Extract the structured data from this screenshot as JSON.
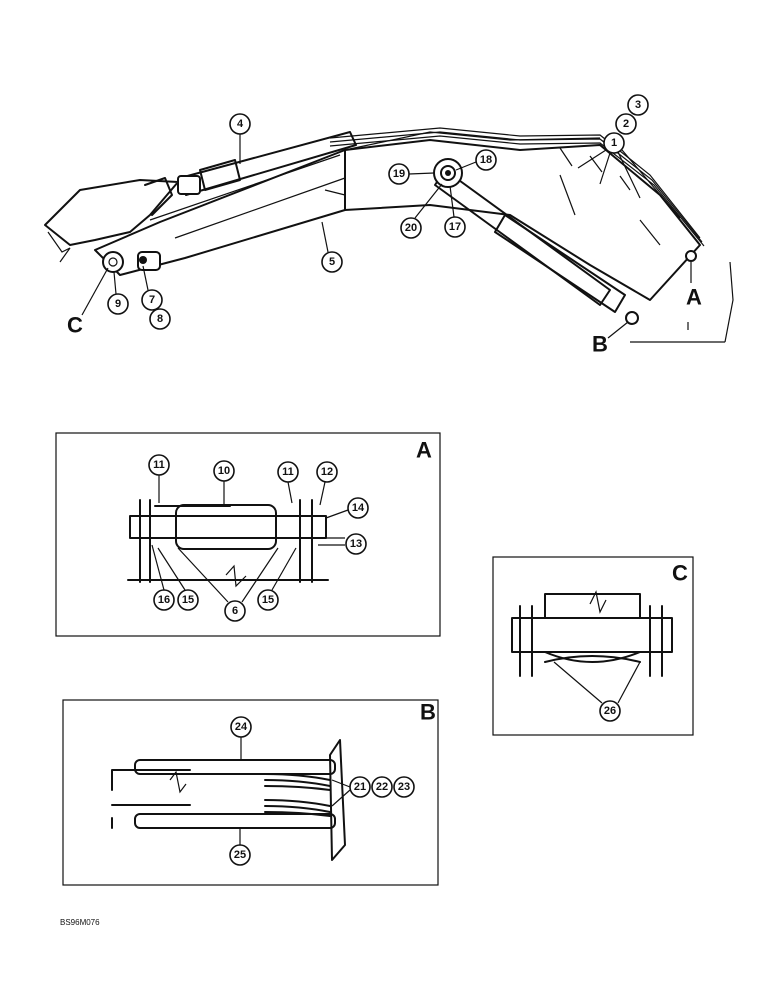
{
  "views": {
    "main": {
      "label_a": "A",
      "label_b": "B",
      "label_c": "C"
    },
    "detail_a": {
      "title": "A"
    },
    "detail_b": {
      "title": "B"
    },
    "detail_c": {
      "title": "C"
    }
  },
  "callouts": {
    "c1": "1",
    "c2": "2",
    "c3": "3",
    "c4": "4",
    "c5": "5",
    "c6": "6",
    "c7": "7",
    "c8": "8",
    "c9": "9",
    "c10": "10",
    "c11a": "11",
    "c11b": "11",
    "c12": "12",
    "c13": "13",
    "c14": "14",
    "c15a": "15",
    "c15b": "15",
    "c16": "16",
    "c17": "17",
    "c18": "18",
    "c19": "19",
    "c20": "20",
    "c21": "21",
    "c22": "22",
    "c23": "23",
    "c24": "24",
    "c25": "25",
    "c26": "26"
  },
  "figure_code": "BS96M076"
}
